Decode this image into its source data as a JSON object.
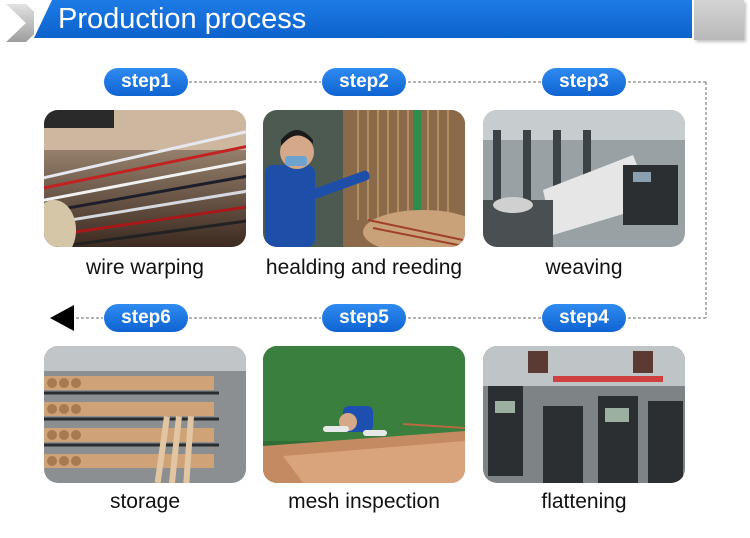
{
  "header": {
    "title": "Production process"
  },
  "steps": [
    {
      "label": "step1",
      "caption": "wire warping"
    },
    {
      "label": "step2",
      "caption": "healding and reeding"
    },
    {
      "label": "step3",
      "caption": "weaving"
    },
    {
      "label": "step4",
      "caption": "flattening"
    },
    {
      "label": "step5",
      "caption": "mesh inspection"
    },
    {
      "label": "step6",
      "caption": "storage"
    }
  ],
  "colors": {
    "accent": "#1170dc",
    "header_gray": "#c6c6c6",
    "arrow": "#000000"
  }
}
